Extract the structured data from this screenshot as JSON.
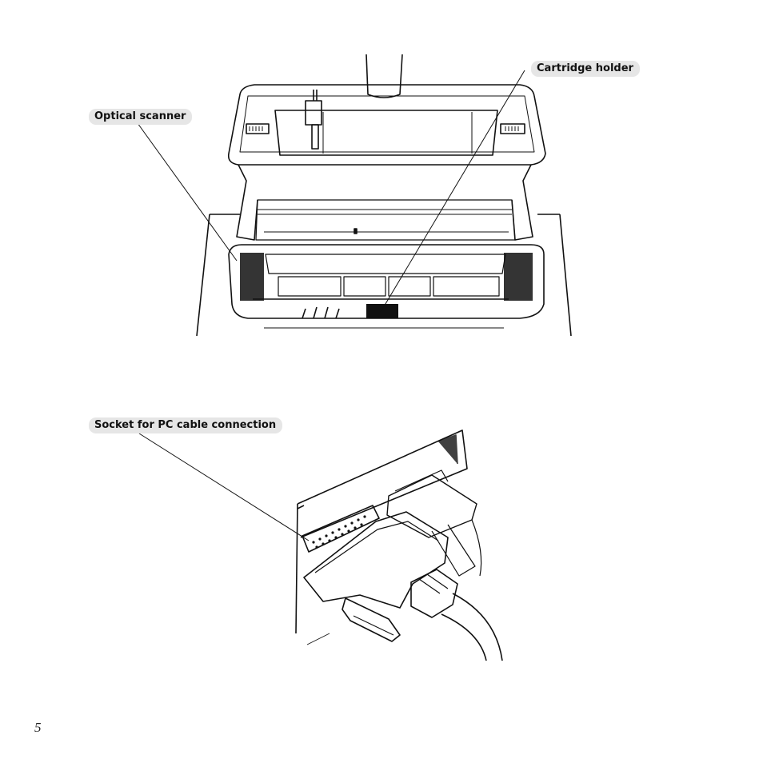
{
  "callouts": {
    "optical_scanner": "Optical scanner",
    "cartridge_holder": "Cartridge holder",
    "pc_socket": "Socket for PC cable connection"
  },
  "page_number": "5",
  "colors": {
    "callout_background": "#e6e6e6",
    "line_art": "#111111"
  }
}
